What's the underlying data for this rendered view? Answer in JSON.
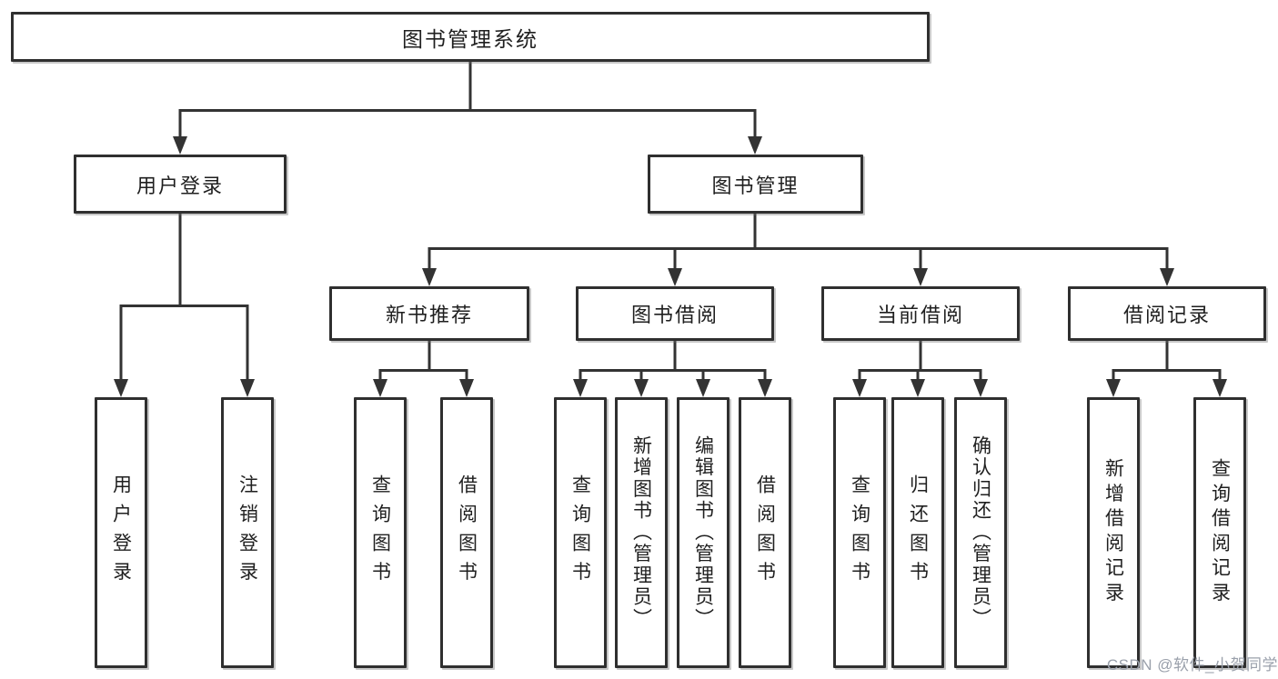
{
  "diagram": {
    "title": "图书管理系统",
    "watermark": "CSDN @软件_小贺同学",
    "colors": {
      "line": "#333333",
      "box_border": "#2f2f2f",
      "text": "#1f1f1f",
      "background": "#ffffff",
      "watermark": "#9aa0ab"
    },
    "nodes": {
      "root": {
        "label": "图书管理系统"
      },
      "user_login": {
        "label": "用户登录"
      },
      "book_mgmt": {
        "label": "图书管理"
      },
      "new_book_rec": {
        "label": "新书推荐"
      },
      "book_borrow": {
        "label": "图书借阅"
      },
      "current_borrow": {
        "label": "当前借阅"
      },
      "borrow_record": {
        "label": "借阅记录"
      },
      "leaf_user_login": {
        "label": "用户登录"
      },
      "leaf_logout": {
        "label": "注销登录"
      },
      "leaf_query_books_rec": {
        "label": "查询图书"
      },
      "leaf_borrow_books_rec": {
        "label": "借阅图书"
      },
      "leaf_query_books_bb": {
        "label": "查询图书"
      },
      "leaf_add_books_admin": {
        "label": "新增图书（管理员）"
      },
      "leaf_edit_books_admin": {
        "label": "编辑图书（管理员）"
      },
      "leaf_borrow_books_bb": {
        "label": "借阅图书"
      },
      "leaf_query_books_cb": {
        "label": "查询图书"
      },
      "leaf_return_books": {
        "label": "归还图书"
      },
      "leaf_confirm_return_admin": {
        "label": "确认归还（管理员）"
      },
      "leaf_add_borrow_record": {
        "label": "新增借阅记录"
      },
      "leaf_query_borrow_record": {
        "label": "查询借阅记录"
      }
    },
    "structure": {
      "root": [
        "user_login",
        "book_mgmt"
      ],
      "user_login": [
        "leaf_user_login",
        "leaf_logout"
      ],
      "book_mgmt": [
        "new_book_rec",
        "book_borrow",
        "current_borrow",
        "borrow_record"
      ],
      "new_book_rec": [
        "leaf_query_books_rec",
        "leaf_borrow_books_rec"
      ],
      "book_borrow": [
        "leaf_query_books_bb",
        "leaf_add_books_admin",
        "leaf_edit_books_admin",
        "leaf_borrow_books_bb"
      ],
      "current_borrow": [
        "leaf_query_books_cb",
        "leaf_return_books",
        "leaf_confirm_return_admin"
      ],
      "borrow_record": [
        "leaf_add_borrow_record",
        "leaf_query_borrow_record"
      ]
    }
  }
}
